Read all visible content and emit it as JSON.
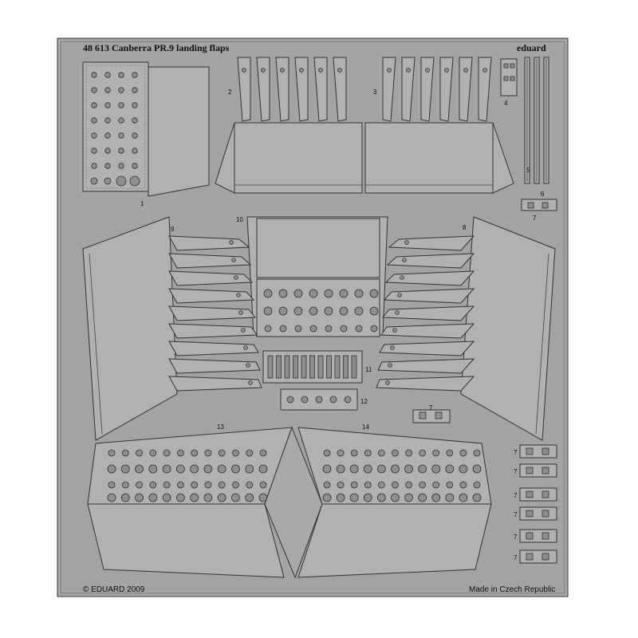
{
  "header": {
    "title": "48 613   Canberra PR.9 landing flaps",
    "brand": "eduard"
  },
  "footer": {
    "copyright": "© EDUARD 2009",
    "origin": "Made in Czech Republic"
  },
  "part_numbers": [
    "1",
    "2",
    "3",
    "4",
    "5",
    "6",
    "7",
    "8",
    "9",
    "10",
    "11",
    "12",
    "13",
    "14"
  ],
  "colors": {
    "fret": "#a9a9a9",
    "outline": "#333333",
    "background": "#ffffff"
  }
}
